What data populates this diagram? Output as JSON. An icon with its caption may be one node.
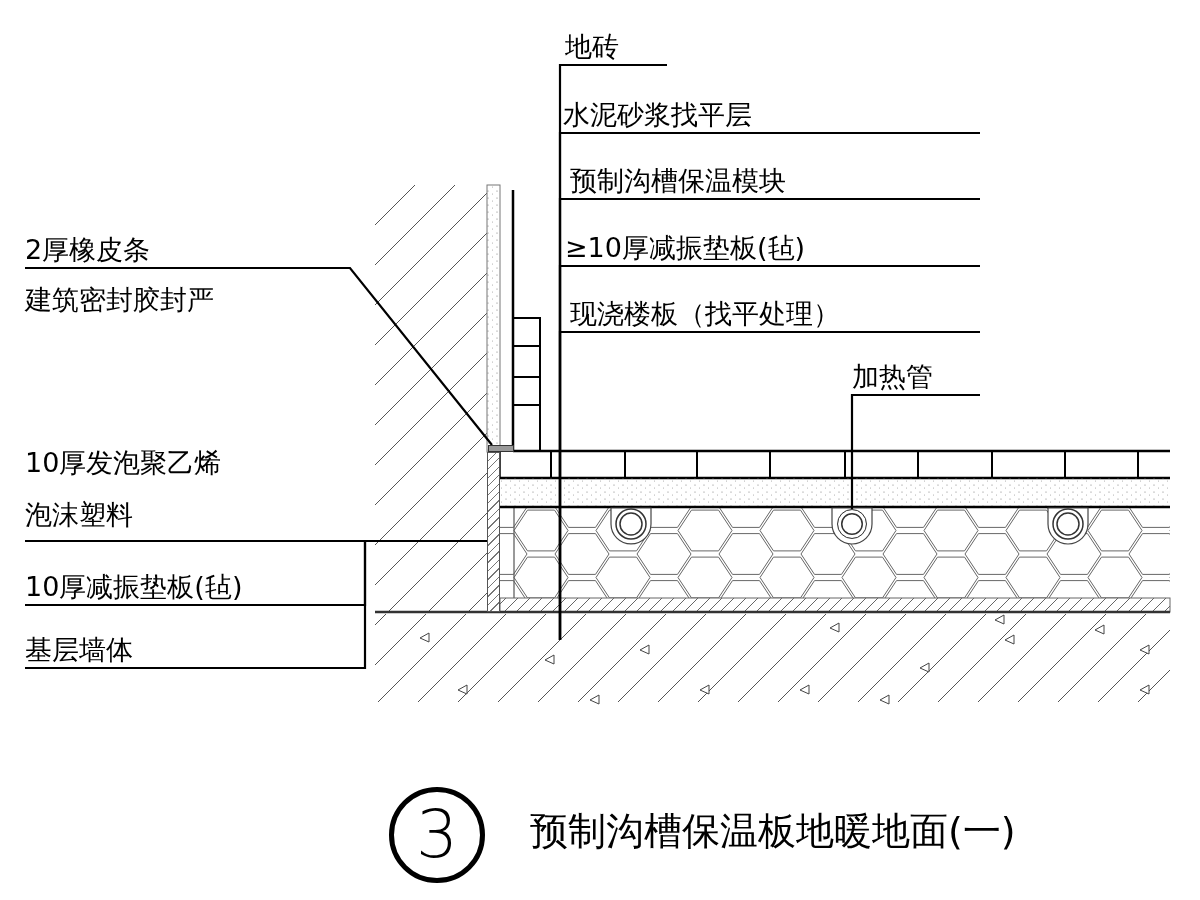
{
  "diagram": {
    "title": "预制沟槽保温板地暖地面(一)",
    "nodes": [
      {
        "text": [
          "地砖"
        ]
      },
      {
        "text": [
          "水泥砂浆找平层"
        ]
      },
      {
        "text": [
          "预制沟槽保温模块"
        ]
      },
      {
        "text": [
          "≥10厚减振垫板(毡)"
        ]
      },
      {
        "text": [
          "现浇楼板（找平处理）"
        ]
      },
      {
        "text": [
          "2厚橡皮条",
          "建筑密封胶封严"
        ]
      },
      {
        "text": [
          "加热管"
        ]
      },
      {
        "text": [
          "10厚发泡聚乙烯泡沫塑料"
        ]
      },
      {
        "text": [
          "10厚减振垫板(毡)"
        ]
      },
      {
        "text": [
          "基层墙体"
        ]
      },
      {
        "text": [],
        "shape": "bar"
      },
      {
        "text": [],
        "shape": "circle"
      },
      {
        "text": [],
        "shape": "bar"
      },
      {
        "text": [
          "3"
        ]
      }
    ],
    "edges": [
      {
        "from": 0,
        "to": null,
        "arrow": "none"
      },
      {
        "from": 1,
        "to": null,
        "arrow": "none"
      },
      {
        "from": 2,
        "to": null,
        "arrow": "none"
      },
      {
        "from": 3,
        "to": null,
        "arrow": "none"
      },
      {
        "from": 4,
        "to": null,
        "arrow": "none"
      },
      {
        "from": 5,
        "to": 10,
        "arrow": "none"
      },
      {
        "from": 6,
        "to": 11,
        "arrow": "none"
      },
      {
        "from": 7,
        "to": 12,
        "arrow": "none"
      },
      {
        "from": 8,
        "to": 12,
        "arrow": "none"
      },
      {
        "from": 9,
        "to": 12,
        "arrow": "none"
      }
    ]
  }
}
